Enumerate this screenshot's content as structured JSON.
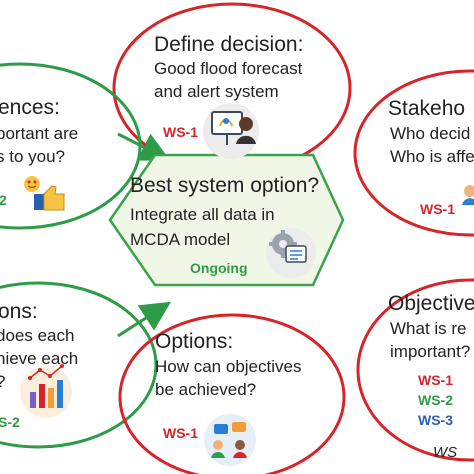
{
  "colors": {
    "red": "#d7242a",
    "green": "#2e9b48",
    "blue": "#2a5fb0",
    "hex_fill": "#f1f7e7",
    "hex_stroke": "#3aa24b",
    "text": "#222222"
  },
  "define": {
    "title": "Define decision:",
    "line1": "Good flood forecast",
    "line2": "and alert system",
    "tag": "WS-1",
    "icon": "presenter-icon"
  },
  "preferences": {
    "title": "ences:",
    "line1": "portant are",
    "line2": "s to you?",
    "tag": "2",
    "icon": "thumbs-up-icon"
  },
  "stakeholders": {
    "title": "Stakeho",
    "line1": "Who decid",
    "line2": "Who is affe",
    "tag": "WS-1",
    "icon": "people-icon"
  },
  "center": {
    "title": "Best system option?",
    "line1": "Integrate all data in",
    "line2": "MCDA model",
    "status": "Ongoing",
    "icon": "gear-document-icon"
  },
  "evaluation": {
    "title": "ons:",
    "line1": "does each",
    "line2": "hieve each",
    "line3": "?",
    "tag": "S-2",
    "icon": "bar-chart-icon"
  },
  "options": {
    "title": "Options:",
    "line1": "How can objectives",
    "line2": "be achieved?",
    "tag": "WS-1",
    "icon": "brainstorm-icon"
  },
  "objectives": {
    "title": "Objective",
    "line1": "What is re",
    "line2": "important?",
    "tag1": "WS-1",
    "tag2": "WS-2",
    "tag3": "WS-3",
    "footer": "WS"
  }
}
